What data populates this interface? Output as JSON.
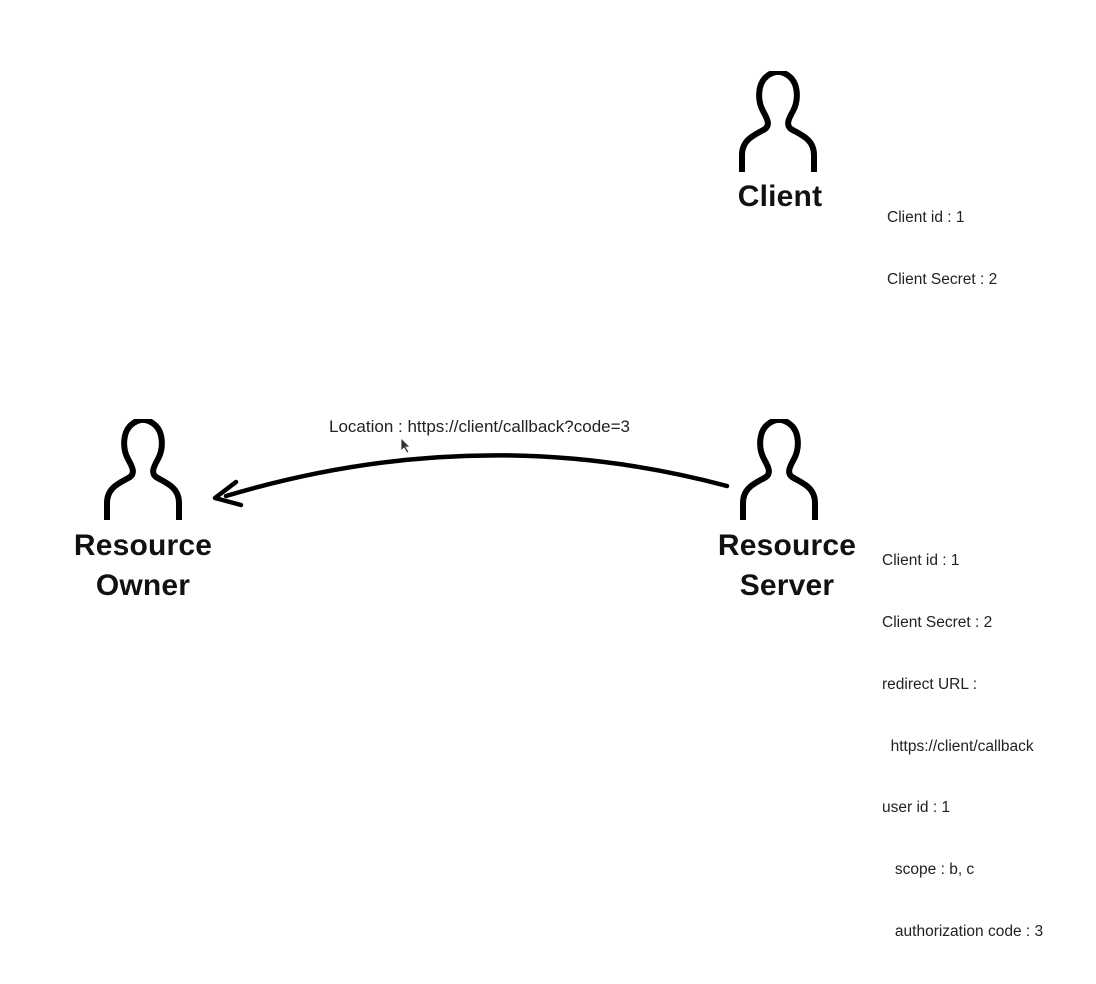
{
  "client": {
    "name": "Client",
    "icon": "person-icon",
    "info": [
      "Client id : 1",
      "Client Secret : 2"
    ]
  },
  "resource_owner": {
    "name_line1": "Resource",
    "name_line2": "Owner",
    "icon": "person-icon"
  },
  "resource_server": {
    "name_line1": "Resource",
    "name_line2": "Server",
    "icon": "person-icon",
    "info": [
      "Client id : 1",
      "Client Secret : 2",
      "redirect URL :",
      "  https://client/callback",
      "user id : 1",
      "   scope : b, c",
      "   authorization code : 3"
    ]
  },
  "redirect_flow": {
    "label": "Location : https://client/callback?code=3",
    "from": "resource_server",
    "to": "resource_owner"
  },
  "colors": {
    "stroke": "#000000",
    "text": "#222222",
    "background": "#ffffff"
  }
}
